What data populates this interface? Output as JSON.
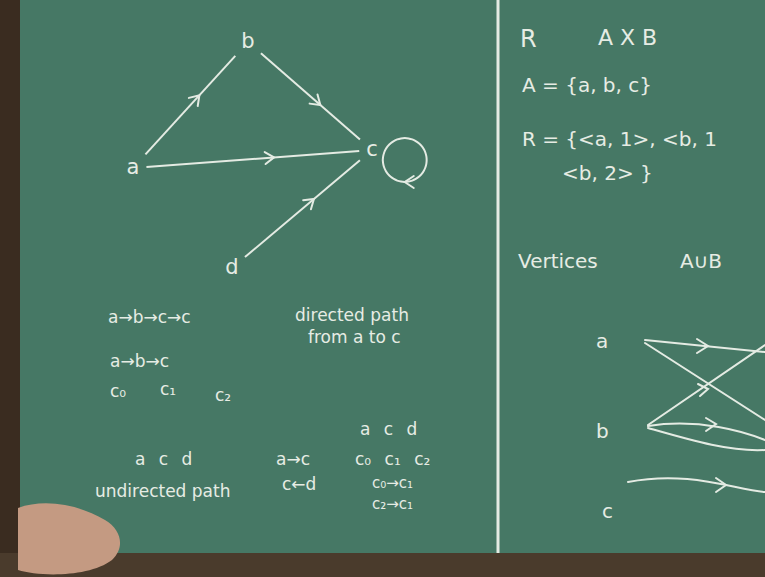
{
  "diagram": {
    "nodes": [
      {
        "text": [
          "b"
        ]
      },
      {
        "text": [
          "a"
        ]
      },
      {
        "text": [
          "c"
        ]
      },
      {
        "text": [
          "d"
        ]
      }
    ],
    "edges": [
      {
        "from": 1,
        "to": 0,
        "arrow": "to"
      },
      {
        "from": 0,
        "to": 2,
        "arrow": "to"
      },
      {
        "from": 1,
        "to": 2,
        "arrow": "to"
      },
      {
        "from": 3,
        "to": 2,
        "arrow": "to"
      },
      {
        "from": 2,
        "to": 2,
        "arrow": "to"
      }
    ],
    "labels": [
      "a→b→c→c",
      "directed path",
      "from a to c",
      "a→b→c",
      "c₀",
      "c₁",
      "c₂",
      "a c d",
      "c₀ c₁ c₂",
      "a c d",
      "a→c",
      "c←d",
      "c₀→c₁",
      "c₂→c₁",
      "undirected path",
      "R",
      "A X B",
      "A = {a, b, c}",
      "R = {<a, 1>, <b, 1",
      "<b, 2> }",
      "Vertices",
      "A∪B",
      "a",
      "b",
      "c"
    ]
  }
}
